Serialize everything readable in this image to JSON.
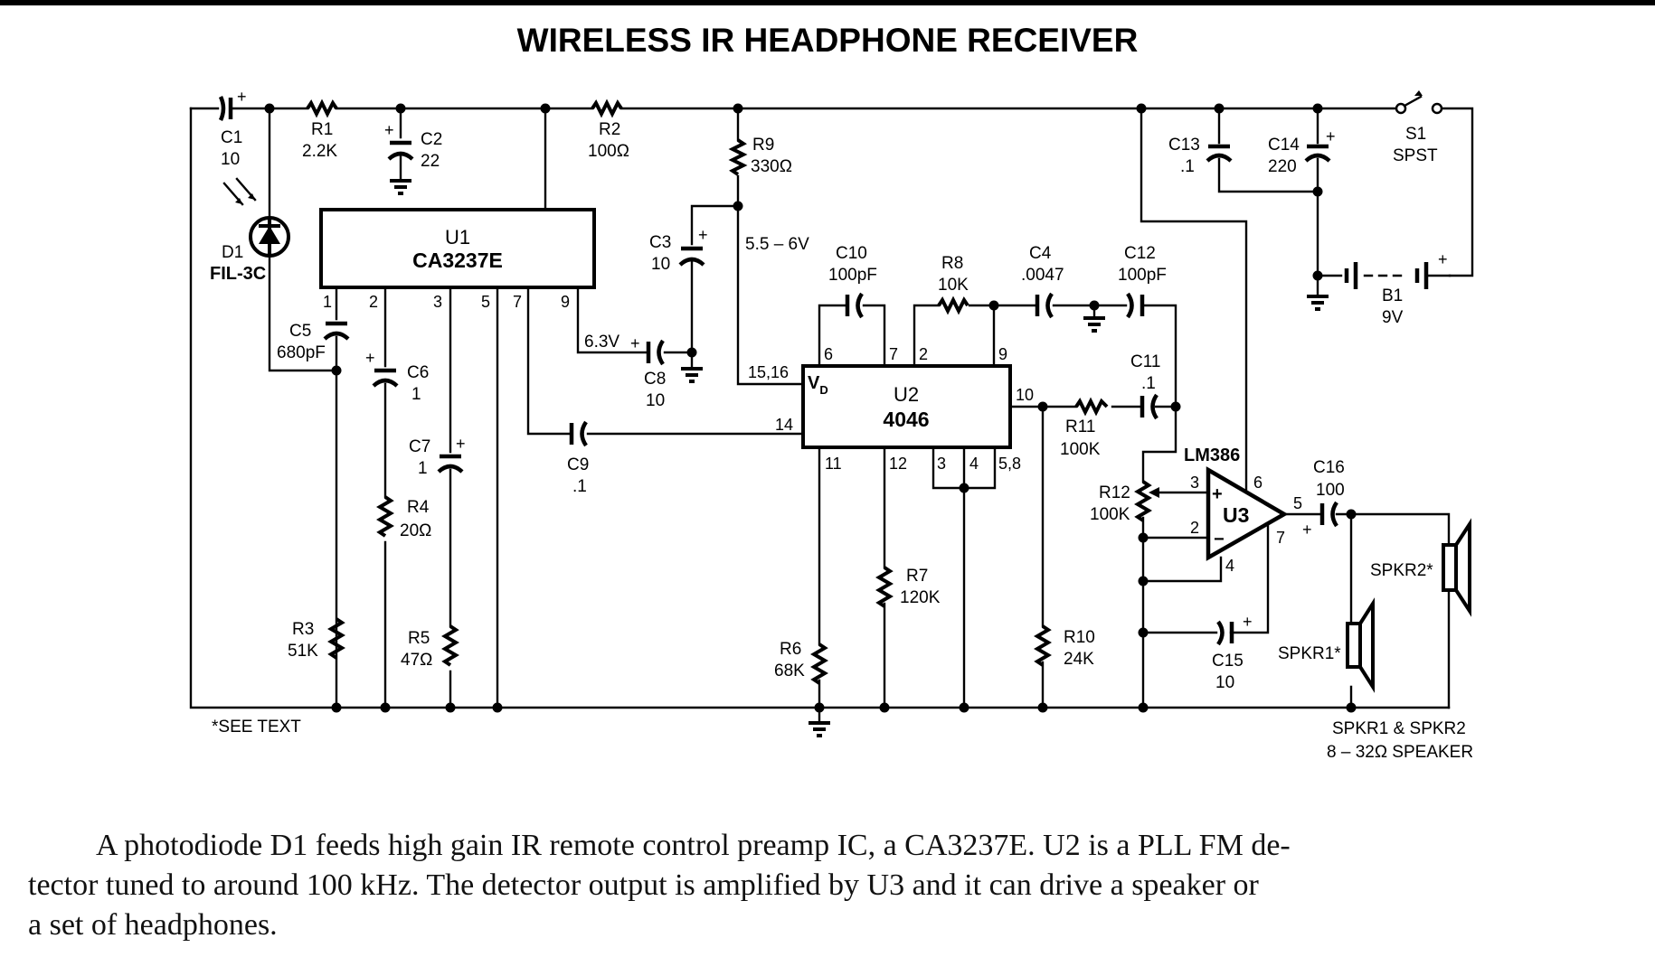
{
  "title": "WIRELESS IR HEADPHONE RECEIVER",
  "note": "*SEE TEXT",
  "supply_voltage_note": "5.5 – 6V",
  "pin9_voltage_note": "6.3V",
  "components": {
    "C1": {
      "ref": "C1",
      "value": "10"
    },
    "R1": {
      "ref": "R1",
      "value": "2.2K"
    },
    "C2": {
      "ref": "C2",
      "value": "22"
    },
    "R2": {
      "ref": "R2",
      "value": "100Ω"
    },
    "R9": {
      "ref": "R9",
      "value": "330Ω"
    },
    "C3": {
      "ref": "C3",
      "value": "10"
    },
    "D1": {
      "ref": "D1",
      "value": "FIL-3C"
    },
    "U1": {
      "ref": "U1",
      "value": "CA3237E"
    },
    "C5": {
      "ref": "C5",
      "value": "680pF"
    },
    "C6": {
      "ref": "C6",
      "value": "1"
    },
    "C7": {
      "ref": "C7",
      "value": "1"
    },
    "R4": {
      "ref": "R4",
      "value": "20Ω"
    },
    "R3": {
      "ref": "R3",
      "value": "51K"
    },
    "R5": {
      "ref": "R5",
      "value": "47Ω"
    },
    "C8": {
      "ref": "C8",
      "value": "10"
    },
    "C9": {
      "ref": "C9",
      "value": ".1"
    },
    "C10": {
      "ref": "C10",
      "value": "100pF"
    },
    "R8": {
      "ref": "R8",
      "value": "10K"
    },
    "C4": {
      "ref": "C4",
      "value": ".0047"
    },
    "C12": {
      "ref": "C12",
      "value": "100pF"
    },
    "C11": {
      "ref": "C11",
      "value": ".1"
    },
    "U2": {
      "ref": "U2",
      "value": "4046",
      "vd": "V",
      "vd_sub": "D"
    },
    "R11": {
      "ref": "R11",
      "value": "100K"
    },
    "R6": {
      "ref": "R6",
      "value": "68K"
    },
    "R7": {
      "ref": "R7",
      "value": "120K"
    },
    "R10": {
      "ref": "R10",
      "value": "24K"
    },
    "R12": {
      "ref": "R12",
      "value": "100K"
    },
    "U3": {
      "ref": "U3",
      "value": "LM386"
    },
    "C15": {
      "ref": "C15",
      "value": "10"
    },
    "C16": {
      "ref": "C16",
      "value": "100"
    },
    "C13": {
      "ref": "C13",
      "value": ".1"
    },
    "C14": {
      "ref": "C14",
      "value": "220"
    },
    "S1": {
      "ref": "S1",
      "value": "SPST"
    },
    "B1": {
      "ref": "B1",
      "value": "9V"
    },
    "SPKR1": {
      "ref": "SPKR1*"
    },
    "SPKR2": {
      "ref": "SPKR2*"
    }
  },
  "u1_pins": [
    "1",
    "2",
    "3",
    "5",
    "7",
    "9"
  ],
  "u2_pins": {
    "top": [
      "6",
      "7",
      "2",
      "9"
    ],
    "left": [
      "15,16",
      "14"
    ],
    "right": [
      "10"
    ],
    "bottom": [
      "11",
      "12",
      "3",
      "4",
      "5,8"
    ]
  },
  "u3_pins": {
    "in_plus": "3",
    "in_minus": "2",
    "vs": "6",
    "out": "5",
    "bypass": "7",
    "gnd": "4",
    "plus_sign": "+",
    "minus_sign": "−"
  },
  "polarity": "+",
  "speaker_note": {
    "line1": "SPKR1 & SPKR2",
    "line2": "8 – 32Ω SPEAKER"
  },
  "caption": {
    "line1": "A photodiode D1 feeds high gain IR remote control preamp IC, a CA3237E. U2 is a PLL FM de-",
    "line2": "tector tuned to around 100 kHz. The detector output is amplified by U3 and it can drive a speaker or",
    "line3": "a set of headphones."
  }
}
